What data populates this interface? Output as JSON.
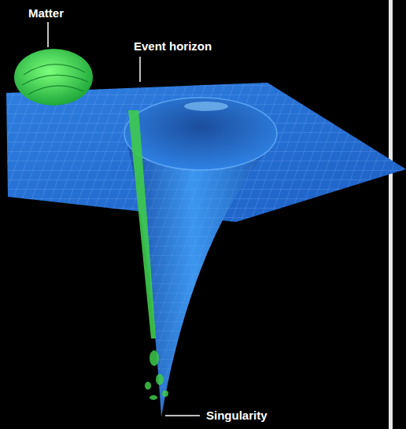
{
  "diagram": {
    "labels": [
      "Matter",
      "Event horizon",
      "Singularity"
    ]
  }
}
